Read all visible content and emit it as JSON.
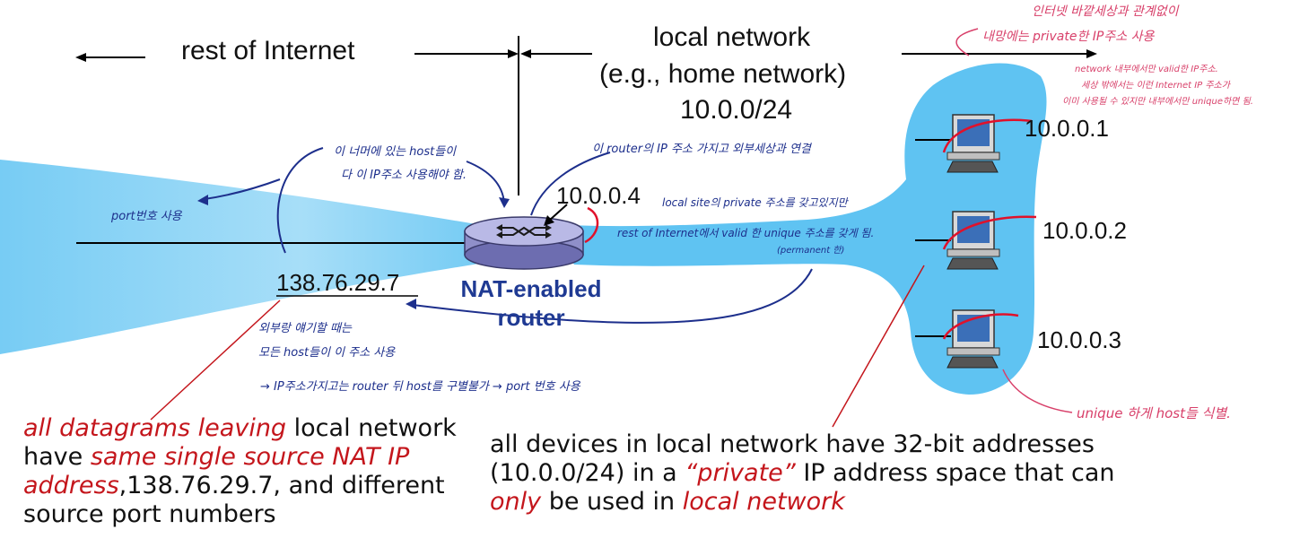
{
  "labels": {
    "rest_of_internet": "rest of Internet",
    "local_network_l1": "local network",
    "local_network_l2": "(e.g., home network)",
    "local_network_l3": "10.0.0/24",
    "router_public_ip": "138.76.29.7",
    "router_local_ip": "10.0.0.4",
    "nat_l1": "NAT-enabled",
    "nat_l2": "router",
    "host1_ip": "10.0.0.1",
    "host2_ip": "10.0.0.2",
    "host3_ip": "10.0.0.3"
  },
  "notes": {
    "top_right_l1": "인터넷 바깥세상과 관계없이",
    "top_right_l2": "내망에는 private한 IP주소 사용",
    "top_right_l3": "network 내부에서만 valid한 IP주소.",
    "top_right_l4": "세상 밖에서는 이런 Internet IP 주소가",
    "top_right_l5": "이미 사용될 수 있지만 내부에서만 unique하면 됨.",
    "router_ip_note": "이 router의 IP 주소 가지고 외부세상과 연결",
    "hosts_behind_l1": "이 너머에 있는 host들이",
    "hosts_behind_l2": "다 이 IP주소 사용해야 함.",
    "port_use": "port번호 사용",
    "local_site_l1": "local site의 private 주소를 갖고있지만",
    "local_site_l2": "rest of Internet에서 valid 한 unique 주소를 갖게 됨.",
    "local_site_l3": "(permanent 한)",
    "outside_l1": "외부랑 얘기할 때는",
    "outside_l2": "모든 host들이 이 주소 사용",
    "outside_l3": "→ IP주소가지고는 router 뒤 host를 구별불가 → port 번호 사용",
    "unique_hosts": "unique 하게 host들 식별."
  },
  "paragraphs": {
    "left": [
      {
        "text": "all datagrams leaving",
        "red": true
      },
      {
        "text": " local network have ",
        "red": false
      },
      {
        "text": "same single source NAT IP address",
        "red": true
      },
      {
        "text": ",138.76.29.7, and different source port numbers",
        "red": false
      }
    ],
    "right": [
      {
        "text": "all devices in local network have 32-bit addresses (10.0.0/24) in a ",
        "red": false
      },
      {
        "text": "“private”",
        "red": true
      },
      {
        "text": " IP address space that can ",
        "red": false
      },
      {
        "text": "only",
        "red": true
      },
      {
        "text": " be used in ",
        "red": false
      },
      {
        "text": "local network",
        "red": true
      }
    ]
  },
  "colors": {
    "cloud": "#5fc3f2",
    "ink_blue": "#1d2f8c",
    "ink_red": "#e0112b",
    "ink_pink": "#d8406a",
    "nat_text": "#1f3a93",
    "emphasis": "#c4161c"
  }
}
